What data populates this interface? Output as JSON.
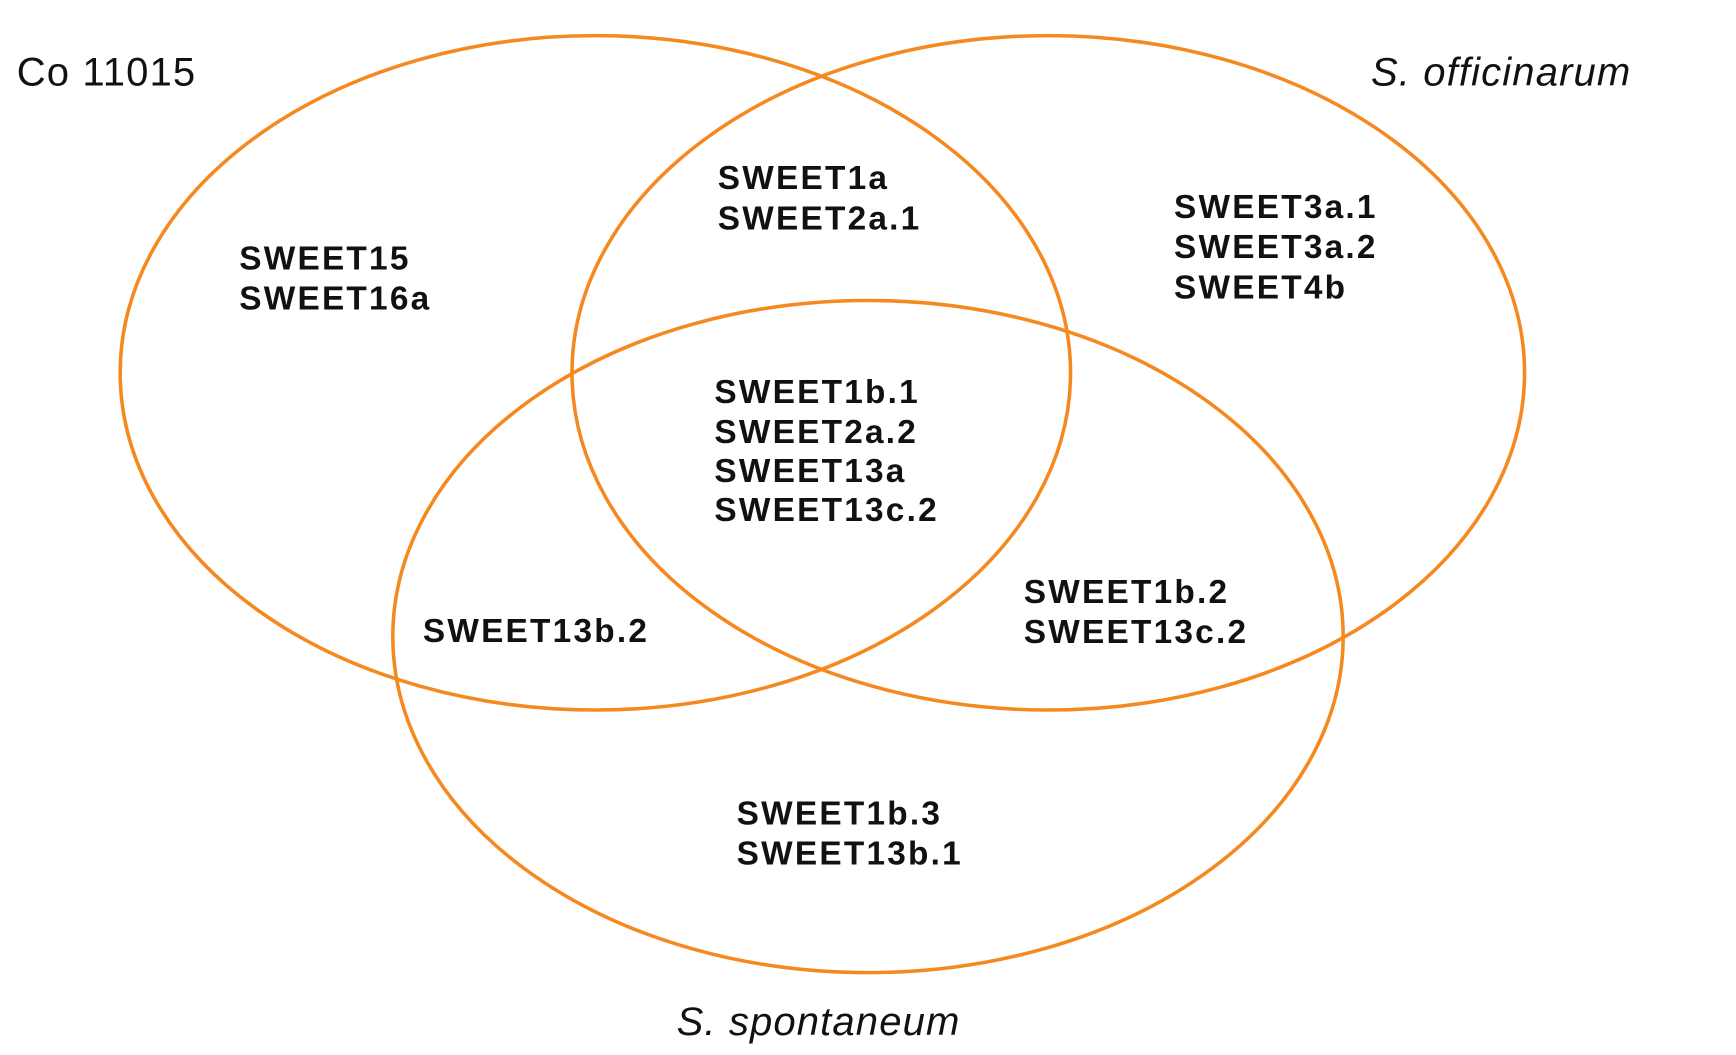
{
  "colors": {
    "circle_stroke": "#f5891f",
    "text": "#111111"
  },
  "sets": {
    "co11015": "Co 11015",
    "officinarum": "S. officinarum",
    "spontaneum": "S. spontaneum"
  },
  "regions": {
    "co11015_only": [
      "SWEET15",
      "SWEET16a"
    ],
    "co11015_officinarum": [
      "SWEET1a",
      "SWEET2a.1"
    ],
    "officinarum_only": [
      "SWEET3a.1",
      "SWEET3a.2",
      "SWEET4b"
    ],
    "all_three": [
      "SWEET1b.1",
      "SWEET2a.2",
      "SWEET13a",
      "SWEET13c.2"
    ],
    "co11015_spontaneum": [
      "SWEET13b.2"
    ],
    "officinarum_spontaneum": [
      "SWEET1b.2",
      "SWEET13c.2"
    ],
    "spontaneum_only": [
      "SWEET1b.3",
      "SWEET13b.1"
    ]
  }
}
